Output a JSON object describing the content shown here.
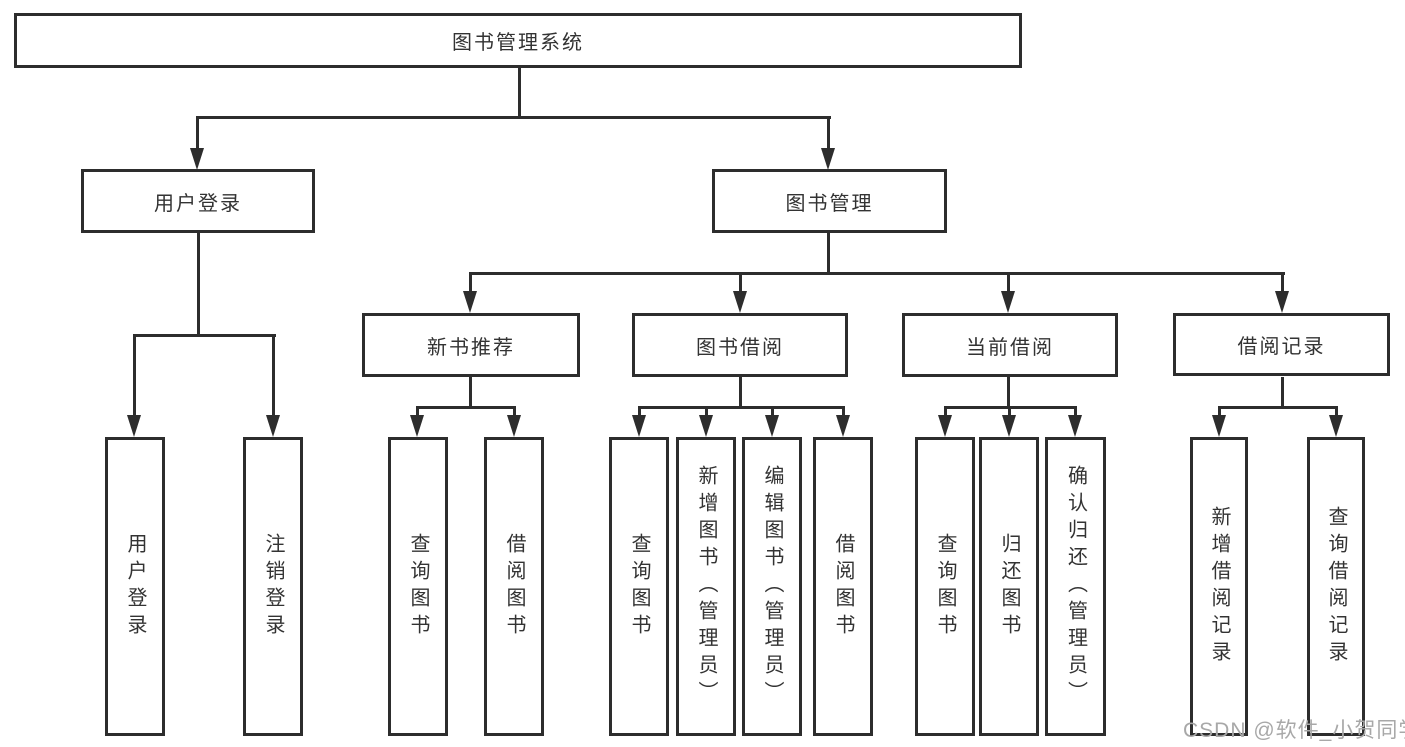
{
  "tree": {
    "label": "图书管理系统",
    "children": [
      {
        "label": "用户登录",
        "children": [
          {
            "label": "用户登录"
          },
          {
            "label": "注销登录"
          }
        ]
      },
      {
        "label": "图书管理",
        "children": [
          {
            "label": "新书推荐",
            "children": [
              {
                "label": "查询图书"
              },
              {
                "label": "借阅图书"
              }
            ]
          },
          {
            "label": "图书借阅",
            "children": [
              {
                "label": "查询图书"
              },
              {
                "label": "新增图书（管理员）"
              },
              {
                "label": "编辑图书（管理员）"
              },
              {
                "label": "借阅图书"
              }
            ]
          },
          {
            "label": "当前借阅",
            "children": [
              {
                "label": "查询图书"
              },
              {
                "label": "归还图书"
              },
              {
                "label": "确认归还（管理员）"
              }
            ]
          },
          {
            "label": "借阅记录",
            "children": [
              {
                "label": "新增借阅记录"
              },
              {
                "label": "查询借阅记录"
              }
            ]
          }
        ]
      }
    ]
  },
  "watermark": {
    "text": "CSDN @软件_小贺同学"
  },
  "colors": {
    "line": "#2d2d2d",
    "box_border": "#2d2d2d",
    "text": "#333333",
    "watermark_text": "#a8a8a8",
    "background": "#ffffff"
  }
}
